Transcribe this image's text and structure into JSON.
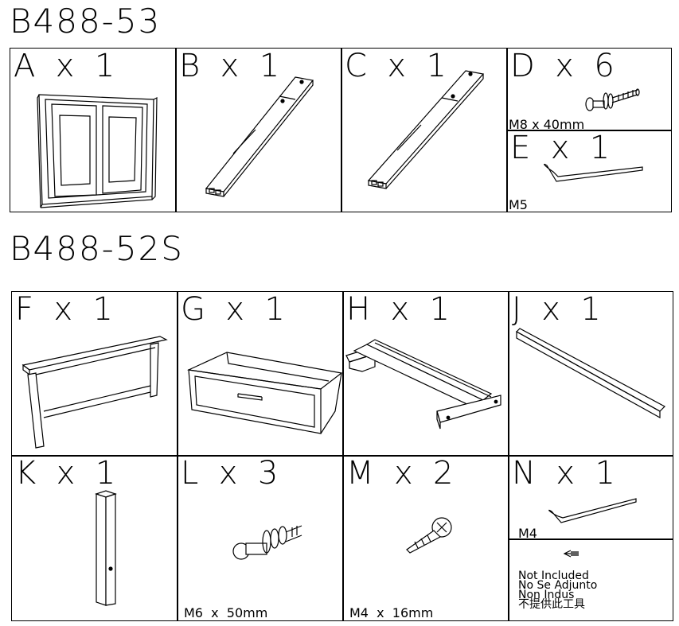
{
  "sections": [
    {
      "code": "B488-53"
    },
    {
      "code": "B488-52S"
    }
  ],
  "parts": {
    "A": {
      "label": "A  x  1"
    },
    "B": {
      "label": "B  x  1"
    },
    "C": {
      "label": "C  x  1"
    },
    "D": {
      "label": "D  x  6",
      "spec": "M8 x 40mm"
    },
    "E": {
      "label": "E  x  1",
      "spec": "M5"
    },
    "F": {
      "label": "F  x  1"
    },
    "G": {
      "label": "G  x  1"
    },
    "H": {
      "label": "H  x  1"
    },
    "J": {
      "label": "J  x  1"
    },
    "K": {
      "label": "K  x  1"
    },
    "L": {
      "label": "L  x  3",
      "spec": "M6  x  50mm"
    },
    "M": {
      "label": "M  x  2",
      "spec": "M4  x  16mm"
    },
    "N": {
      "label": "N  x  1",
      "spec": "M4"
    }
  },
  "note": {
    "line1": "Not Included",
    "line2": "No Se Adjunto",
    "line3": "Non Indus",
    "line4": "不提供此工具"
  }
}
